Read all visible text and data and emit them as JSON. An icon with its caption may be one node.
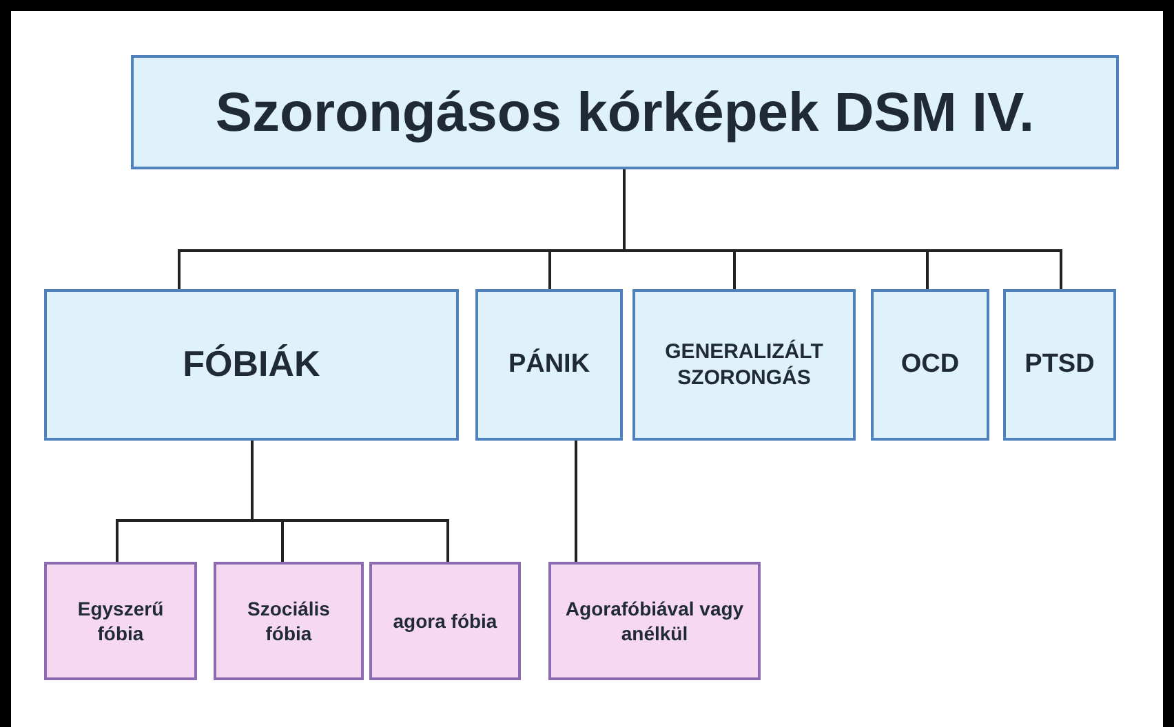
{
  "diagram": {
    "nodes": [
      {
        "text": [
          "Szorongásos kórképek DSM IV."
        ]
      },
      {
        "text": [
          "FÓBIÁK"
        ]
      },
      {
        "text": [
          "PÁNIK"
        ]
      },
      {
        "text": [
          "GENERALIZÁLT SZORONGÁS"
        ]
      },
      {
        "text": [
          "OCD"
        ]
      },
      {
        "text": [
          "PTSD"
        ]
      },
      {
        "text": [
          "Egyszerű fóbia"
        ]
      },
      {
        "text": [
          "Szociális fóbia"
        ]
      },
      {
        "text": [
          "agora fóbia"
        ]
      },
      {
        "text": [
          "Agorafóbiával vagy anélkül"
        ]
      }
    ],
    "edges": [
      {
        "from": 0,
        "to": 1,
        "arrow": "none"
      },
      {
        "from": 0,
        "to": 2,
        "arrow": "none"
      },
      {
        "from": 0,
        "to": 3,
        "arrow": "none"
      },
      {
        "from": 0,
        "to": 4,
        "arrow": "none"
      },
      {
        "from": 0,
        "to": 5,
        "arrow": "none"
      },
      {
        "from": 1,
        "to": 6,
        "arrow": "none"
      },
      {
        "from": 1,
        "to": 7,
        "arrow": "none"
      },
      {
        "from": 1,
        "to": 8,
        "arrow": "none"
      },
      {
        "from": 2,
        "to": 9,
        "arrow": "none"
      }
    ]
  }
}
